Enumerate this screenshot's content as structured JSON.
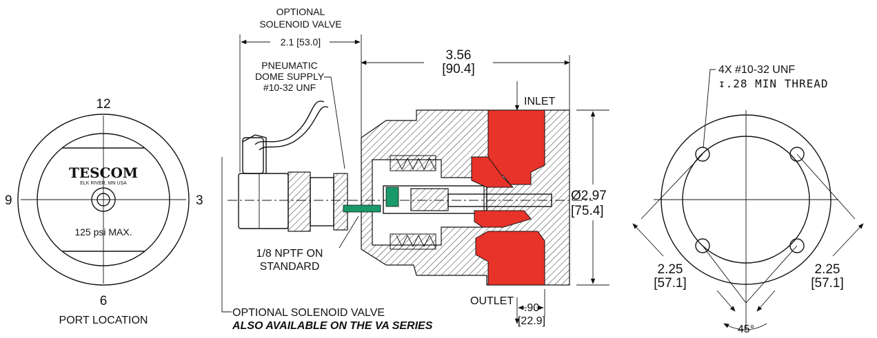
{
  "port_view": {
    "brand": "TESCOM",
    "brand_location": "ELK RIVER, MN USA",
    "pressure_note": "125 psi MAX.",
    "clock_12": "12",
    "clock_3": "3",
    "clock_6": "6",
    "clock_9": "9",
    "caption": "PORT LOCATION"
  },
  "section_view": {
    "optional_solenoid_top_line1": "OPTIONAL",
    "optional_solenoid_top_line2": "SOLENOID VALVE",
    "dim_solenoid": "2.1 [53.0]",
    "pneumatic_line1": "PNEUMATIC",
    "pneumatic_line2": "DOME SUPPLY",
    "pneumatic_line3": "#10-32 UNF",
    "dim_length_in": "3.56",
    "dim_length_mm": "[90.4]",
    "inlet": "INLET",
    "outlet": "OUTLET",
    "dim_dia_in": "Ø2.97",
    "dim_dia_mm": "[75.4]",
    "nptf_line1": "1/8 NPTF ON",
    "nptf_line2": "STANDARD",
    "dim_outlet_in": ".90",
    "dim_outlet_mm": "[22.9]",
    "optional_solenoid_bottom": "OPTIONAL SOLENOID VALVE",
    "also_available": "ALSO AVAILABLE ON THE VA SERIES"
  },
  "mount_view": {
    "holes_line1": "4X #10-32 UNF",
    "holes_line2": "↧.28 MIN THREAD",
    "dim_left_in": "2.25",
    "dim_left_mm": "[57.1]",
    "dim_right_in": "2.25",
    "dim_right_mm": "[57.1]",
    "angle": "45°"
  },
  "colors": {
    "flow_passage": "#e8332a",
    "pilot_seat": "#1a9a6a",
    "line": "#111111"
  }
}
